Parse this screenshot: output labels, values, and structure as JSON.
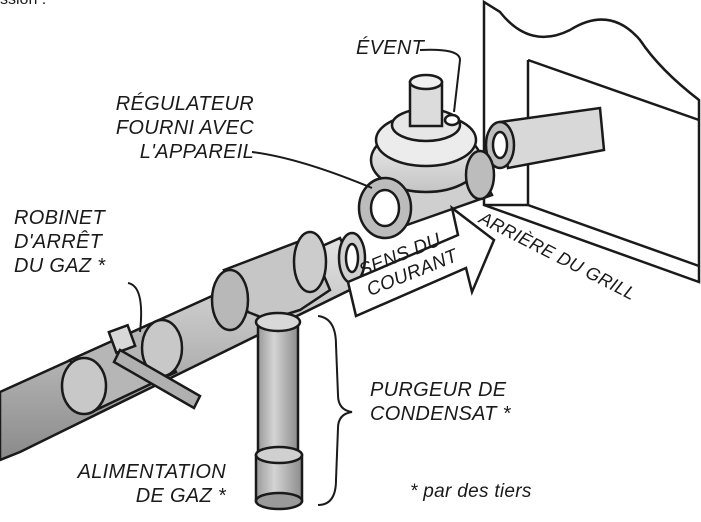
{
  "header_fragment": "ssion :",
  "labels": {
    "vent": "ÉVENT",
    "regulator": [
      "RÉGULATEUR",
      "FOURNI AVEC",
      "L'APPAREIL"
    ],
    "shutoff_valve": [
      "ROBINET",
      "D'ARRÊT",
      "DU GAZ *"
    ],
    "grill_back": "ARRIÈRE DU GRILL",
    "flow_direction": [
      "SENS DU",
      "COURANT"
    ],
    "condensate_trap": [
      "PURGEUR DE",
      "CONDENSAT *"
    ],
    "gas_supply": [
      "ALIMENTATION",
      "DE GAZ *"
    ],
    "footnote": "* par des tiers"
  }
}
